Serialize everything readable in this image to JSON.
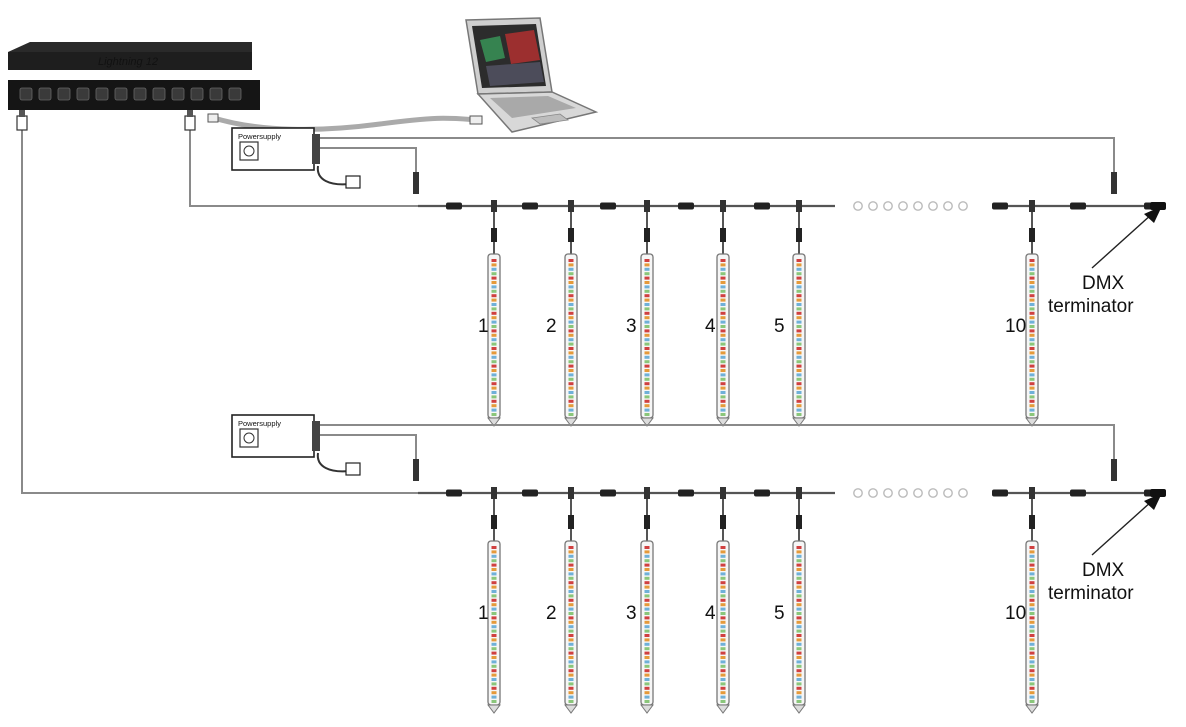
{
  "controller": {
    "brand": "Lightning 12"
  },
  "power_supply": {
    "label": "Powersupply"
  },
  "terminator": {
    "line1": "DMX",
    "line2": "terminator"
  },
  "tube_labels": [
    "1",
    "2",
    "3",
    "4",
    "5",
    "10"
  ],
  "rows": [
    {
      "name": "row-top"
    },
    {
      "name": "row-bottom"
    }
  ],
  "colors": {
    "cable": "#8a8a8a",
    "device_dark": "#1e1e1e",
    "tube_outline": "#777777",
    "led_red": "#d04040",
    "led_orange": "#e59a3a",
    "led_blue": "#6fb0d8",
    "led_green": "#8ac67a"
  }
}
